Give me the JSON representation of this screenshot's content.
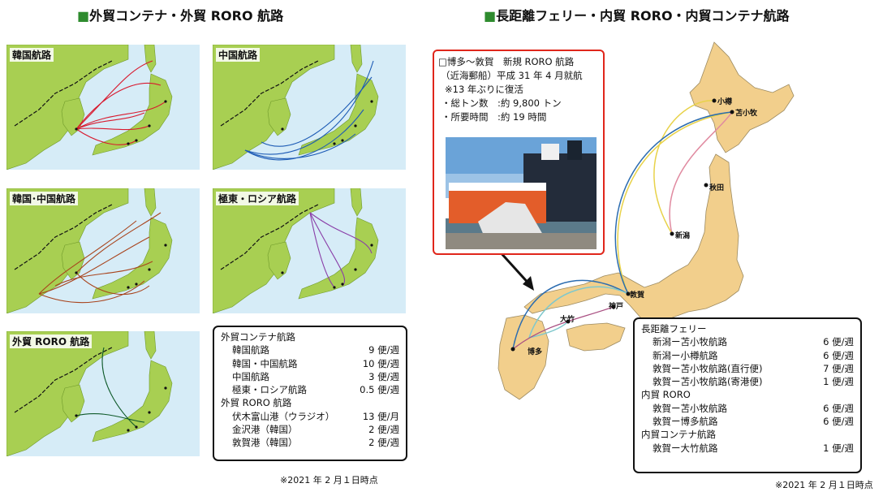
{
  "left": {
    "header_square": "■",
    "header_text": "外貿コンテナ・外貿 RORO 航路",
    "maps": [
      {
        "label": "韓国航路",
        "route_color": "#d8192e"
      },
      {
        "label": "中国航路",
        "route_color": "#1d5bb5"
      },
      {
        "label": "韓国･中国航路",
        "route_color": "#a8441d"
      },
      {
        "label": "極東・ロシア航路",
        "route_color": "#8a3fa8"
      },
      {
        "label": "外貿 RORO 航路",
        "route_color": "#0f5a2a"
      }
    ],
    "legend": {
      "container_title": "外貿コンテナ航路",
      "container_routes": [
        {
          "name": "韓国航路",
          "freq": "9 便/週"
        },
        {
          "name": "韓国・中国航路",
          "freq": "10 便/週"
        },
        {
          "name": "中国航路",
          "freq": "3 便/週"
        },
        {
          "name": "極東・ロシア航路",
          "freq": "0.5 便/週"
        }
      ],
      "roro_title": "外貿 RORO 航路",
      "roro_routes": [
        {
          "name": "伏木富山港（ウラジオ）",
          "freq": "13 便/月"
        },
        {
          "name": "金沢港（韓国）",
          "freq": "2 便/週"
        },
        {
          "name": "敦賀港（韓国）",
          "freq": "2 便/週"
        }
      ]
    },
    "note": "※2021 年 2 月１日時点"
  },
  "right": {
    "header_square": "■",
    "header_text": "長距離フェリー・内貿 RORO・内貿コンテナ航路",
    "callout": {
      "line1": "□博多～敦賀　新規 RORO 航路",
      "line2": "（近海郵船）平成 31 年 4 月就航",
      "line3": "※13 年ぶりに復活",
      "line4": "・総トン数　:約 9,800 トン",
      "line5": "・所要時間　:約 19 時間"
    },
    "places": {
      "otaru": "小樽",
      "tomakomai": "苫小牧",
      "akita": "秋田",
      "niigata": "新潟",
      "tsuruga": "敦賀",
      "kobe": "神戸",
      "otake": "大竹",
      "hakata": "博多"
    },
    "legend": {
      "ferry_title": "長距離フェリー",
      "ferry_routes": [
        {
          "name": "新潟ー苫小牧航路",
          "freq": "6 便/週"
        },
        {
          "name": "新潟ー小樽航路",
          "freq": "6 便/週"
        },
        {
          "name": "敦賀ー苫小牧航路(直行便)",
          "freq": "7 便/週"
        },
        {
          "name": "敦賀ー苫小牧航路(寄港便)",
          "freq": "1 便/週"
        }
      ],
      "roro_title": "内貿 RORO",
      "roro_routes": [
        {
          "name": "敦賀ー苫小牧航路",
          "freq": "6 便/週"
        },
        {
          "name": "敦賀ー博多航路",
          "freq": "6 便/週"
        }
      ],
      "container_title": "内貿コンテナ航路",
      "container_routes": [
        {
          "name": "敦賀ー大竹航路",
          "freq": "1 便/週"
        }
      ]
    },
    "note": "※2021 年 2 月１日時点"
  },
  "colors": {
    "land": "#a8cf52",
    "sea": "#d6ecf7",
    "japan_big": "#f2cf8c",
    "border": "#111111",
    "callout_border": "#e0261b"
  }
}
